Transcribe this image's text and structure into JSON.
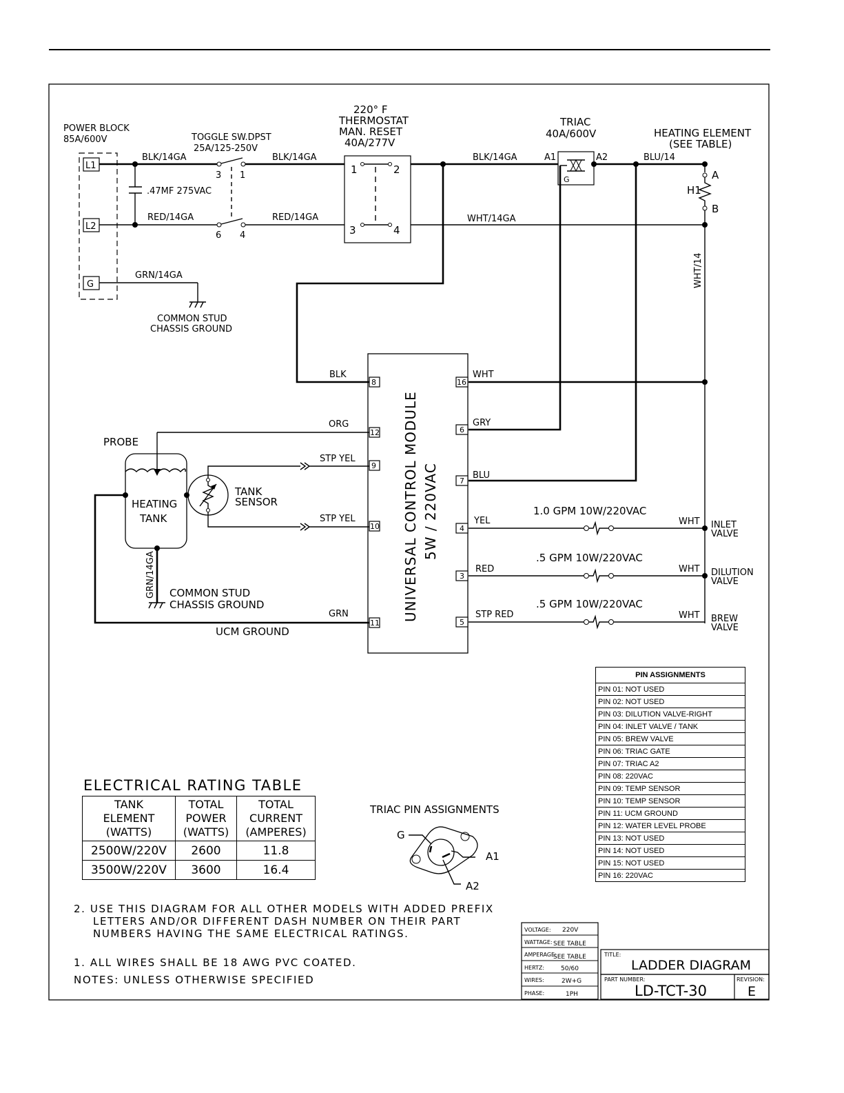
{
  "power_block": {
    "label": "POWER BLOCK",
    "rating": "85A/600V",
    "terminals": [
      "L1",
      "L2",
      "G"
    ]
  },
  "capacitor": {
    "label": ".47MF 275VAC"
  },
  "toggle": {
    "label": "TOGGLE SW.DPST",
    "rating": "25A/125-250V",
    "pins": [
      "3",
      "1",
      "6",
      "4"
    ]
  },
  "thermostat": {
    "line1": "220° F",
    "line2": "THERMOSTAT",
    "line3": "MAN. RESET",
    "line4": "40A/277V",
    "pins": [
      "1",
      "2",
      "3",
      "4"
    ]
  },
  "triac": {
    "label": "TRIAC",
    "rating": "40A/600V",
    "a1": "A1",
    "a2": "A2",
    "g": "G"
  },
  "heating_element": {
    "label": "HEATING ELEMENT",
    "sub": "(SEE TABLE)",
    "h1": "H1",
    "a": "A",
    "b": "B"
  },
  "wires": {
    "blk14_a": "BLK/14GA",
    "blk14_b": "BLK/14GA",
    "blk14_c": "BLK/14GA",
    "red14_a": "RED/14GA",
    "red14_b": "RED/14GA",
    "wht14ga": "WHT/14GA",
    "grn14ga": "GRN/14GA",
    "blu14": "BLU/14",
    "wht14_v": "WHT/14",
    "grn14ga_v": "GRN/14GA"
  },
  "grounds": {
    "top_line1": "COMMON STUD",
    "top_line2": "CHASSIS GROUND",
    "probe_line1": "COMMON STUD",
    "probe_line2": "CHASSIS GROUND",
    "ucm": "UCM GROUND"
  },
  "probe": {
    "label": "PROBE",
    "tank_line1": "HEATING",
    "tank_line2": "TANK",
    "sensor_line1": "TANK",
    "sensor_line2": "SENSOR"
  },
  "ucm": {
    "line1": "UNIVERSAL CONTROL MODULE",
    "line2": "5W / 220VAC",
    "left_pins": [
      {
        "pin": "8",
        "wire": "BLK"
      },
      {
        "pin": "12",
        "wire": "ORG"
      },
      {
        "pin": "9",
        "wire": "STP YEL"
      },
      {
        "pin": "10",
        "wire": "STP YEL"
      },
      {
        "pin": "11",
        "wire": "GRN"
      }
    ],
    "right_pins": [
      {
        "pin": "16",
        "wire": "WHT"
      },
      {
        "pin": "6",
        "wire": "GRY"
      },
      {
        "pin": "7",
        "wire": "BLU"
      },
      {
        "pin": "4",
        "wire": "YEL"
      },
      {
        "pin": "3",
        "wire": "RED"
      },
      {
        "pin": "5",
        "wire": "STP RED"
      }
    ]
  },
  "valves": [
    {
      "rating": "1.0 GPM 10W/220VAC",
      "ret": "WHT",
      "name1": "INLET",
      "name2": "VALVE"
    },
    {
      "rating": ".5 GPM 10W/220VAC",
      "ret": "WHT",
      "name1": "DILUTION",
      "name2": "VALVE"
    },
    {
      "rating": ".5 GPM 10W/220VAC",
      "ret": "WHT",
      "name1": "BREW",
      "name2": "VALVE"
    }
  ],
  "pin_assignments": {
    "title": "PIN ASSIGNMENTS",
    "rows": [
      "PIN 01: NOT USED",
      "PIN 02: NOT USED",
      "PIN 03: DILUTION VALVE-RIGHT",
      "PIN 04: INLET VALVE / TANK",
      "PIN 05: BREW VALVE",
      "PIN 06: TRIAC GATE",
      "PIN 07: TRIAC A2",
      "PIN 08: 220VAC",
      "PIN 09: TEMP SENSOR",
      "PIN 10: TEMP SENSOR",
      "PIN 11: UCM GROUND",
      "PIN 12: WATER LEVEL PROBE",
      "PIN 13: NOT USED",
      "PIN 14: NOT USED",
      "PIN 15: NOT USED",
      "PIN 16: 220VAC"
    ]
  },
  "rating_table": {
    "title": "ELECTRICAL RATING TABLE",
    "headers": [
      [
        "TANK",
        "ELEMENT",
        "(WATTS)"
      ],
      [
        "TOTAL",
        "POWER",
        "(WATTS)"
      ],
      [
        "TOTAL",
        "CURRENT",
        "(AMPERES)"
      ]
    ],
    "rows": [
      [
        "2500W/220V",
        "2600",
        "11.8"
      ],
      [
        "3500W/220V",
        "3600",
        "16.4"
      ]
    ]
  },
  "triac_pins": {
    "title": "TRIAC PIN ASSIGNMENTS",
    "g": "G",
    "a1": "A1",
    "a2": "A2"
  },
  "notes": {
    "n2_line1": "2. USE THIS DIAGRAM FOR ALL OTHER MODELS WITH ADDED PREFIX",
    "n2_line2": "LETTERS AND/OR DIFFERENT DASH NUMBER ON THEIR PART",
    "n2_line3": "NUMBERS HAVING THE SAME ELECTRICAL RATINGS.",
    "n1": "1. ALL WIRES SHALL BE 18 AWG PVC COATED.",
    "header": "NOTES: UNLESS OTHERWISE SPECIFIED"
  },
  "spec_block": [
    {
      "k": "VOLTAGE:",
      "v": "220V"
    },
    {
      "k": "WATTAGE:",
      "v": "SEE TABLE"
    },
    {
      "k": "AMPERAGE:",
      "v": "SEE TABLE"
    },
    {
      "k": "HERTZ:",
      "v": "50/60"
    },
    {
      "k": "WIRES:",
      "v": "2W+G"
    },
    {
      "k": "PHASE:",
      "v": "1PH"
    }
  ],
  "title_block": {
    "title_key": "TITLE:",
    "title": "LADDER DIAGRAM",
    "part_key": "PART NUMBER:",
    "part": "LD-TCT-30",
    "rev_key": "REVISION:",
    "rev": "E"
  }
}
